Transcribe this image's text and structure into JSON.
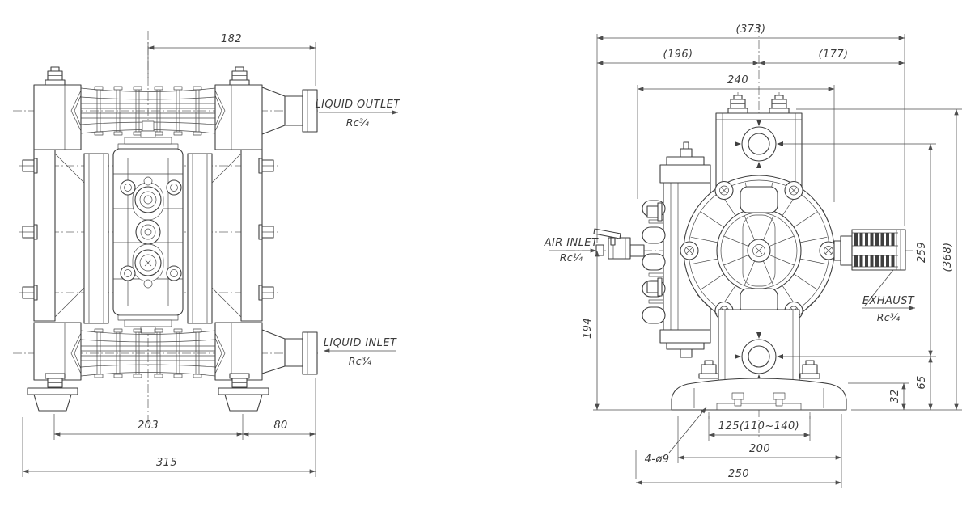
{
  "colors": {
    "background": "#ffffff",
    "line": "#3e3e3e",
    "centerline": "#6b6b6b",
    "dimension": "#4d4d4d"
  },
  "front_view": {
    "dims": {
      "outlet_offset": "182",
      "foot_spacing": "203",
      "outlet_overhang": "80",
      "overall_width": "315"
    },
    "labels": {
      "outlet": "LIQUID OUTLET",
      "outlet_thread": "Rc¾",
      "inlet": "LIQUID INLET",
      "inlet_thread": "Rc¾"
    }
  },
  "side_view": {
    "dims": {
      "overall_width": "(373)",
      "left_section": "(196)",
      "right_section": "(177)",
      "body_width": "240",
      "port_spacing": "259",
      "overall_height": "(368)",
      "air_inlet_height": "194",
      "exhaust_height": "65",
      "base_height": "32",
      "slot_adjust": "125(110~140)",
      "base_width": "200",
      "base_overall": "250",
      "mounting_holes": "4-ø9"
    },
    "labels": {
      "air_inlet": "AIR INLET",
      "air_inlet_thread": "Rc¼",
      "exhaust": "EXHAUST",
      "exhaust_thread": "Rc¾"
    }
  }
}
